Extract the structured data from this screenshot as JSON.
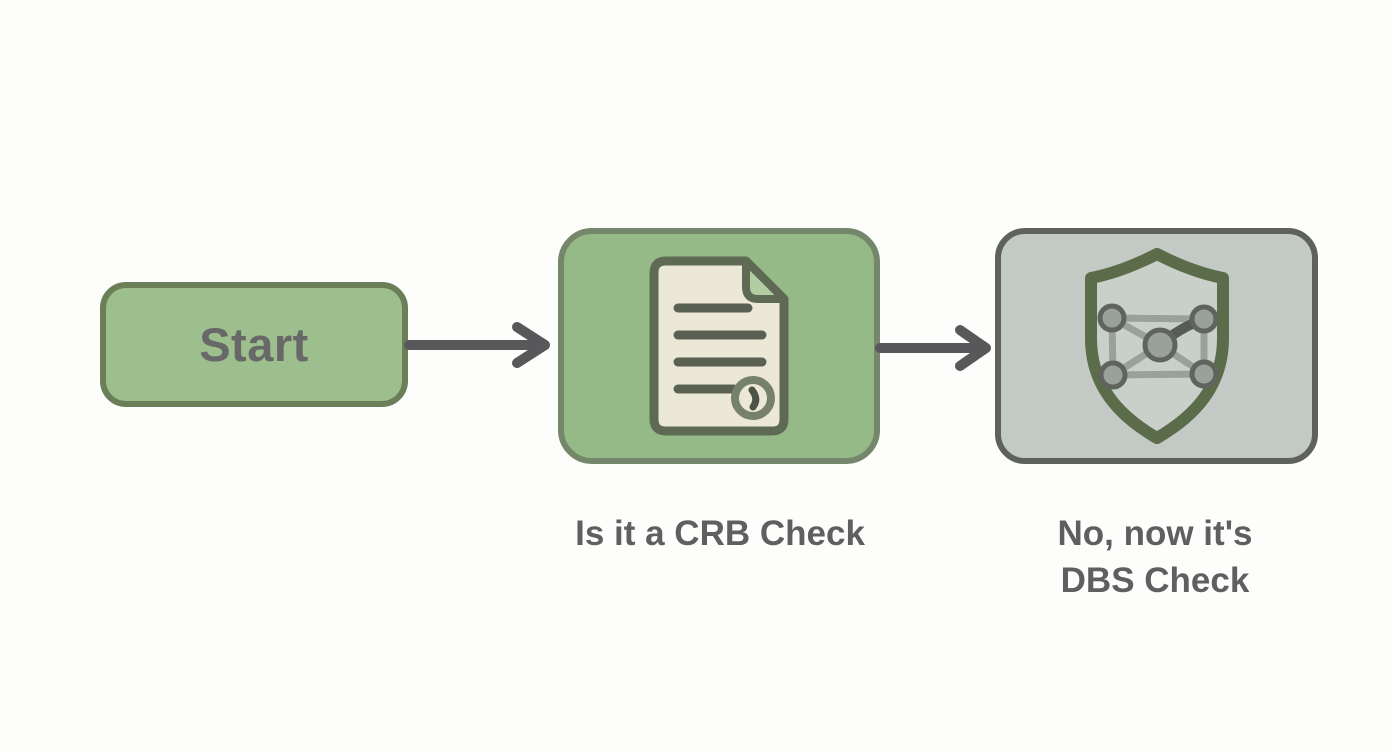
{
  "diagram": {
    "type": "flowchart",
    "nodes": [
      {
        "id": "start",
        "shape": "terminal",
        "label": "Start"
      },
      {
        "id": "crb-check",
        "shape": "process",
        "icon": "document-clock-icon",
        "caption": "Is it a CRB Check"
      },
      {
        "id": "dbs-check",
        "shape": "process",
        "icon": "shield-network-icon",
        "caption_lines": [
          "No, now it's",
          "DBS Check"
        ]
      }
    ],
    "edges": [
      {
        "from": "start",
        "to": "crb-check"
      },
      {
        "from": "crb-check",
        "to": "dbs-check"
      }
    ],
    "colors": {
      "background": "#fdfdfc",
      "node_green_fill": "#9abd8b",
      "node_green_border": "#6b8059",
      "node_gray_fill": "#c3cac5",
      "node_gray_border": "#5e615e",
      "arrow": "#58585a",
      "text": "#5f5f5f",
      "paper_fill": "#ece8d7",
      "paper_fold_fill": "#b3cda3",
      "icon_stroke": "#5e6a54",
      "shield_stroke": "#5b6c4a",
      "network_gray": "#9aa09a",
      "network_dark": "#565b55"
    }
  }
}
